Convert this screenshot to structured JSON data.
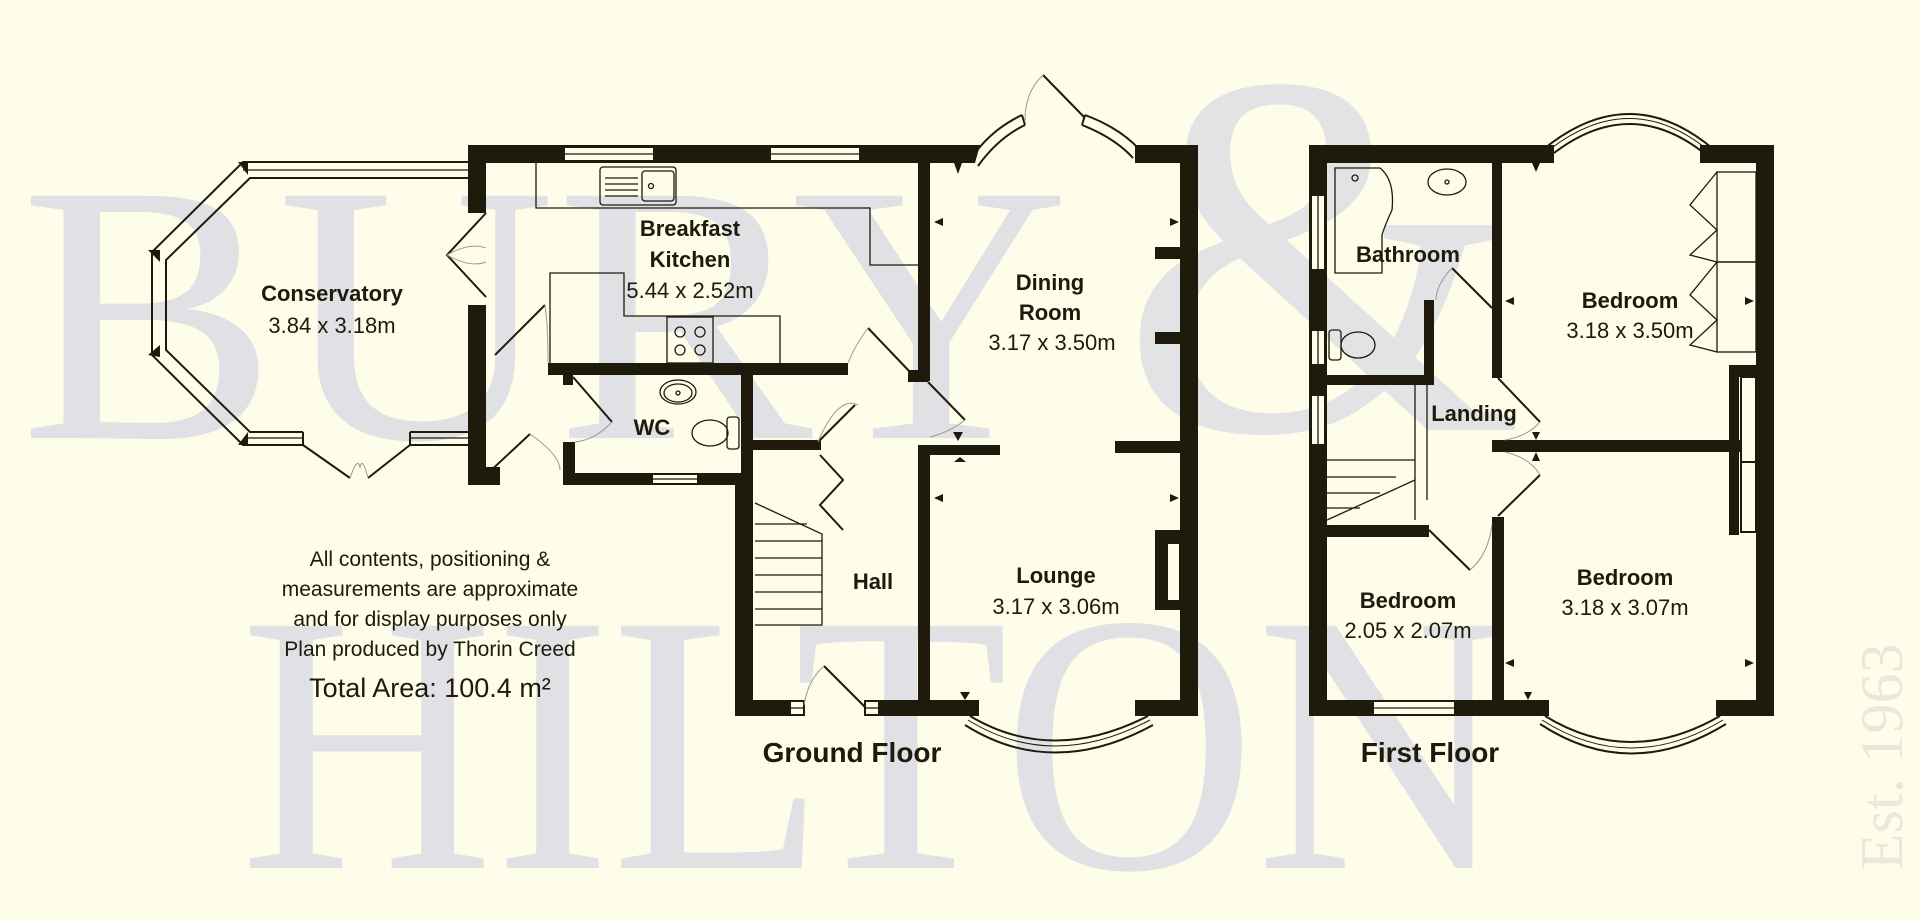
{
  "watermark": {
    "line1": "BURY",
    "ampersand": "&",
    "line2": "HILTON",
    "established": "Est. 1963",
    "color": "#dfe1e4"
  },
  "colors": {
    "background": "#fefde9",
    "walls": "#1e1a0c",
    "text": "#1e1a0c"
  },
  "ground_floor": {
    "title": "Ground Floor",
    "rooms": {
      "conservatory": {
        "name": "Conservatory",
        "dimensions": "3.84 x 3.18m"
      },
      "kitchen": {
        "name_line1": "Breakfast",
        "name_line2": "Kitchen",
        "dimensions": "5.44 x 2.52m"
      },
      "dining": {
        "name_line1": "Dining",
        "name_line2": "Room",
        "dimensions": "3.17 x 3.50m"
      },
      "wc": {
        "name": "WC"
      },
      "hall": {
        "name": "Hall"
      },
      "lounge": {
        "name": "Lounge",
        "dimensions": "3.17 x 3.06m"
      }
    }
  },
  "first_floor": {
    "title": "First Floor",
    "rooms": {
      "bathroom": {
        "name": "Bathroom"
      },
      "bedroom1": {
        "name": "Bedroom",
        "dimensions": "3.18 x 3.50m"
      },
      "landing": {
        "name": "Landing"
      },
      "bedroom2": {
        "name": "Bedroom",
        "dimensions": "2.05 x 2.07m"
      },
      "bedroom3": {
        "name": "Bedroom",
        "dimensions": "3.18 x 3.07m"
      }
    }
  },
  "notes": {
    "line1": "All contents, positioning &",
    "line2": "measurements are approximate",
    "line3": "and for display purposes only",
    "line4": "Plan produced by Thorin Creed",
    "total_area": "Total Area: 100.4 m²"
  }
}
